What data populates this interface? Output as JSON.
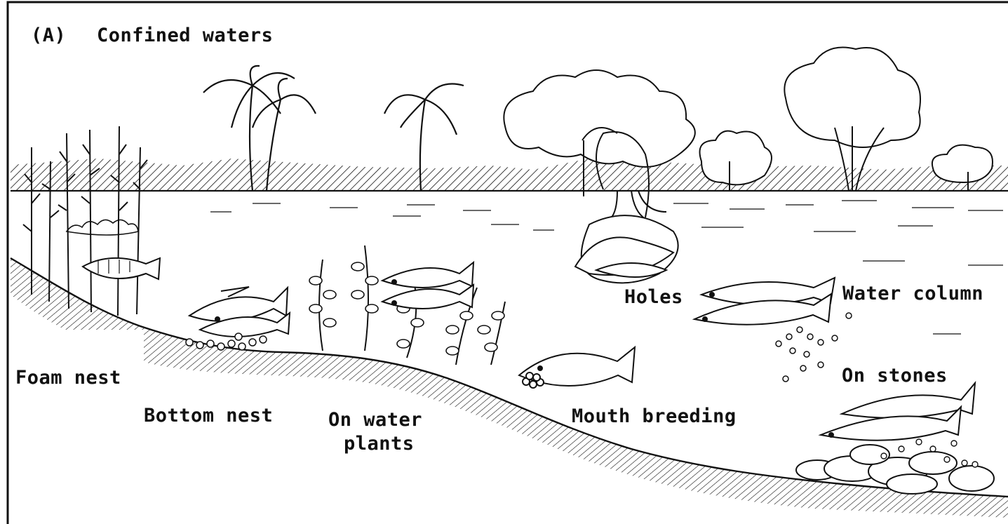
{
  "figure": {
    "panel_letter": "(A)",
    "title": "Confined waters"
  },
  "labels": {
    "foam_nest": "Foam nest",
    "bottom_nest": "Bottom nest",
    "on_water_plants_line1": "On water",
    "on_water_plants_line2": "plants",
    "mouth_breeding": "Mouth breeding",
    "holes": "Holes",
    "water_column": "Water column",
    "on_stones": "On stones"
  },
  "colors": {
    "ink": "#111111",
    "paper": "#ffffff"
  }
}
